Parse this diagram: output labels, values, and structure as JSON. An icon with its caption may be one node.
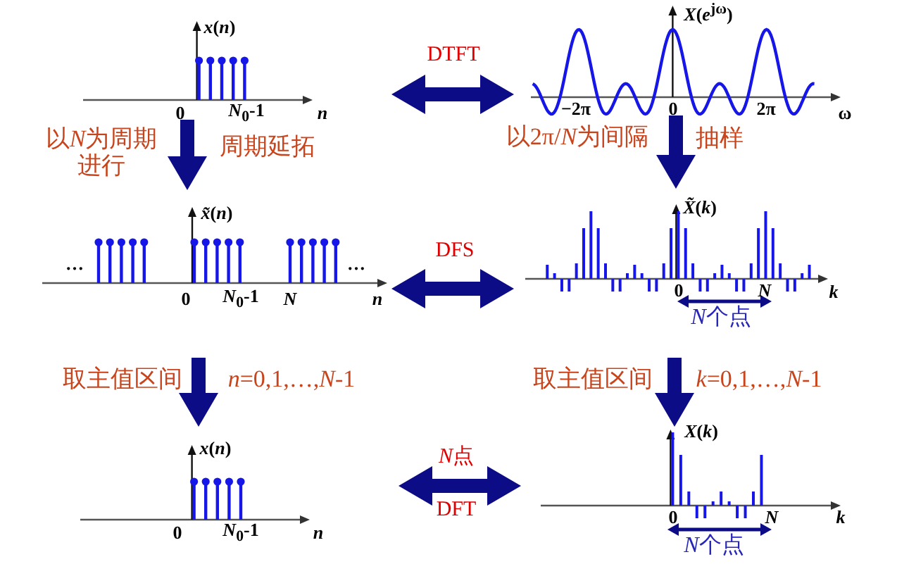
{
  "diagram": {
    "nodes": [
      {
        "text": [
          "*x*(*n*)",
          "0",
          "*N*$_{0}$-1",
          "n"
        ]
      },
      {
        "text": [
          "*X*(*e*$^{jω}$)",
          "−2π",
          "0",
          "2π",
          "ω"
        ]
      },
      {
        "text": [
          "*x̃*(*n*)",
          "…",
          "…",
          "0",
          "*N*$_{0}$-1",
          "N",
          "n"
        ]
      },
      {
        "text": [
          "*X̃*(*k*)",
          "0",
          "N",
          "k",
          "N个点"
        ]
      },
      {
        "text": [
          "*x*(*n*)",
          "0",
          "*N*$_{0}$-1",
          "n"
        ]
      },
      {
        "text": [
          "*X*(*k*)",
          "0",
          "N",
          "k",
          "N个点"
        ]
      }
    ],
    "edges": [
      {
        "from": 0,
        "to": 1,
        "arrow": "both",
        "label": "DTFT"
      },
      {
        "from": 0,
        "to": 2,
        "arrow": "to"
      },
      {
        "from": 1,
        "to": 3,
        "arrow": "to"
      },
      {
        "from": 2,
        "to": 3,
        "arrow": "both",
        "label": "DFS"
      },
      {
        "from": 2,
        "to": 4,
        "arrow": "to"
      },
      {
        "from": 3,
        "to": 5,
        "arrow": "to"
      },
      {
        "from": 4,
        "to": 5,
        "arrow": "both",
        "label": "DFT"
      }
    ],
    "labels": [
      "以N为周期进行",
      "周期延拓",
      "以2π/N为间隔",
      "抽样",
      "取主值区间",
      "*n*=0,1,…,*N*-1",
      "取主值区间",
      "*k*=0,1,…,*N*-1",
      "N点"
    ]
  }
}
